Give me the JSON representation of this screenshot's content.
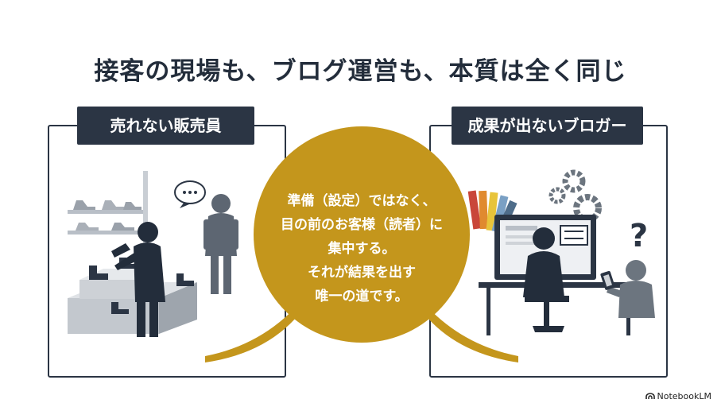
{
  "title": "接客の現場も、ブログ運営も、本質は全く同じ",
  "left_panel": {
    "label": "売れない販売員"
  },
  "right_panel": {
    "label": "成果が出ないブロガー"
  },
  "center_message": {
    "lines": [
      "準備（設定）ではなく、",
      "目の前のお客様（読者）に",
      "集中する。",
      "それが結果を出す",
      "唯一の道です。"
    ]
  },
  "speech_bubble": "…",
  "question_mark": "?",
  "brand": "NotebookLM",
  "colors": {
    "navy": "#2b3544",
    "gold": "#c4961c",
    "gray": "#6c757f",
    "light_gray": "#d7dbe0"
  },
  "icons": [
    "shoe-shelf-icon",
    "person-icon",
    "speech-bubble-icon",
    "gear-icon",
    "color-swatch-icon",
    "monitor-icon",
    "smartphone-icon",
    "question-icon"
  ]
}
